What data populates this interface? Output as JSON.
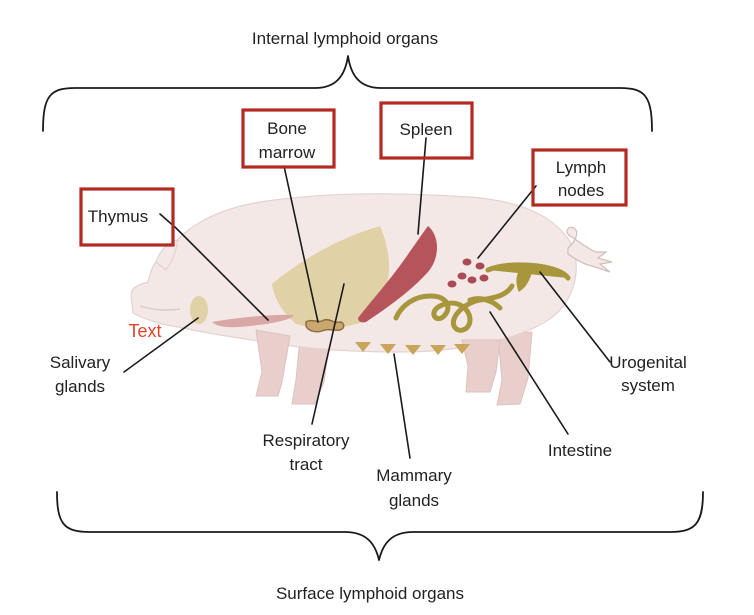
{
  "title_top": "Internal lymphoid organs",
  "title_bottom": "Surface lymphoid organs",
  "labels": {
    "thymus": "Thymus",
    "bone_marrow_line1": "Bone",
    "bone_marrow_line2": "marrow",
    "spleen": "Spleen",
    "lymph_nodes_line1": "Lymph",
    "lymph_nodes_line2": "nodes",
    "salivary_line1": "Salivary",
    "salivary_line2": "glands",
    "respiratory_line1": "Respiratory",
    "respiratory_line2": "tract",
    "mammary_line1": "Mammary",
    "mammary_line2": "glands",
    "intestine": "Intestine",
    "urogenital_line1": "Urogenital",
    "urogenital_line2": "system"
  },
  "annotation_text": "Text",
  "colors": {
    "highlight_box": "#b42a22",
    "annotation": "#e0432e",
    "body": "#f3e8e6",
    "body_outline": "#e2d3d1",
    "legs": "#e9cfcc",
    "organ_tan": "#e0d1a6",
    "spleen": "#b5545a",
    "intestine": "#a8963c",
    "lymph_nodes": "#a94b55",
    "thymus": "#d9a7a5"
  }
}
